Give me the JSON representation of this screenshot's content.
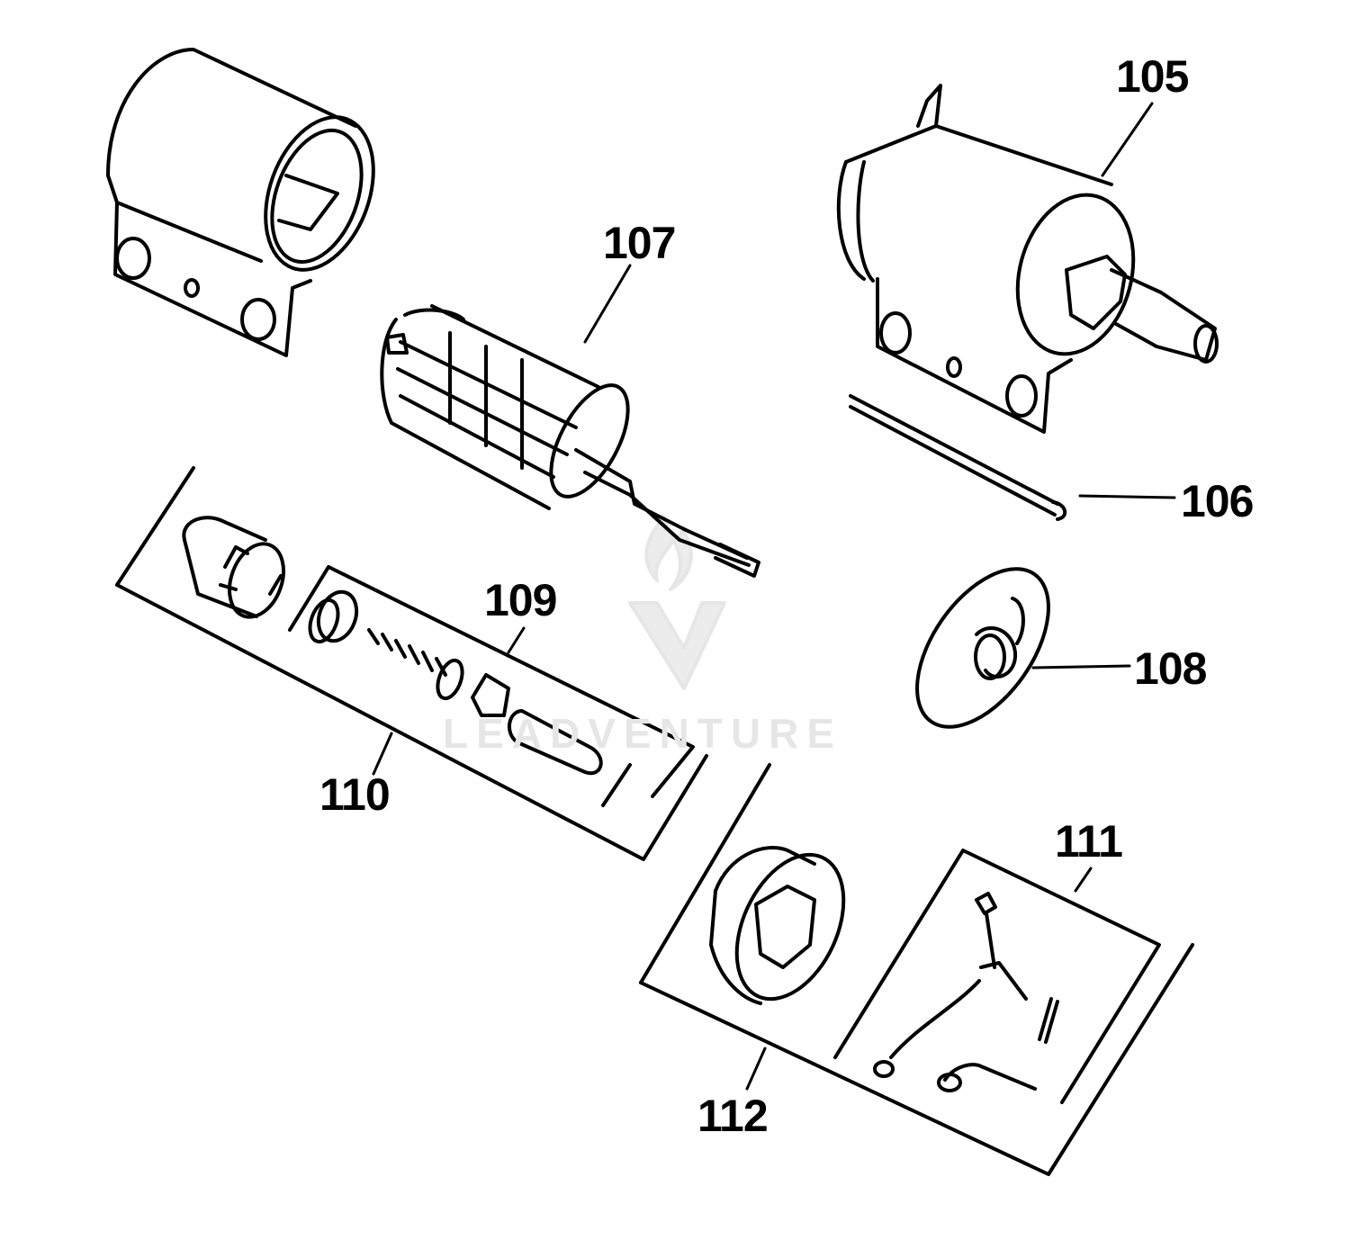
{
  "diagram": {
    "callouts": {
      "c105": "105",
      "c106": "106",
      "c107": "107",
      "c108": "108",
      "c109": "109",
      "c110": "110",
      "c111": "111",
      "c112": "112"
    },
    "watermark_text": "LEADVENTURE"
  },
  "colors": {
    "ink": "#000000",
    "paper": "#ffffff",
    "watermark": "#e6e6e6"
  },
  "icons": {
    "watermark_logo": "flame-v-logo-icon"
  }
}
